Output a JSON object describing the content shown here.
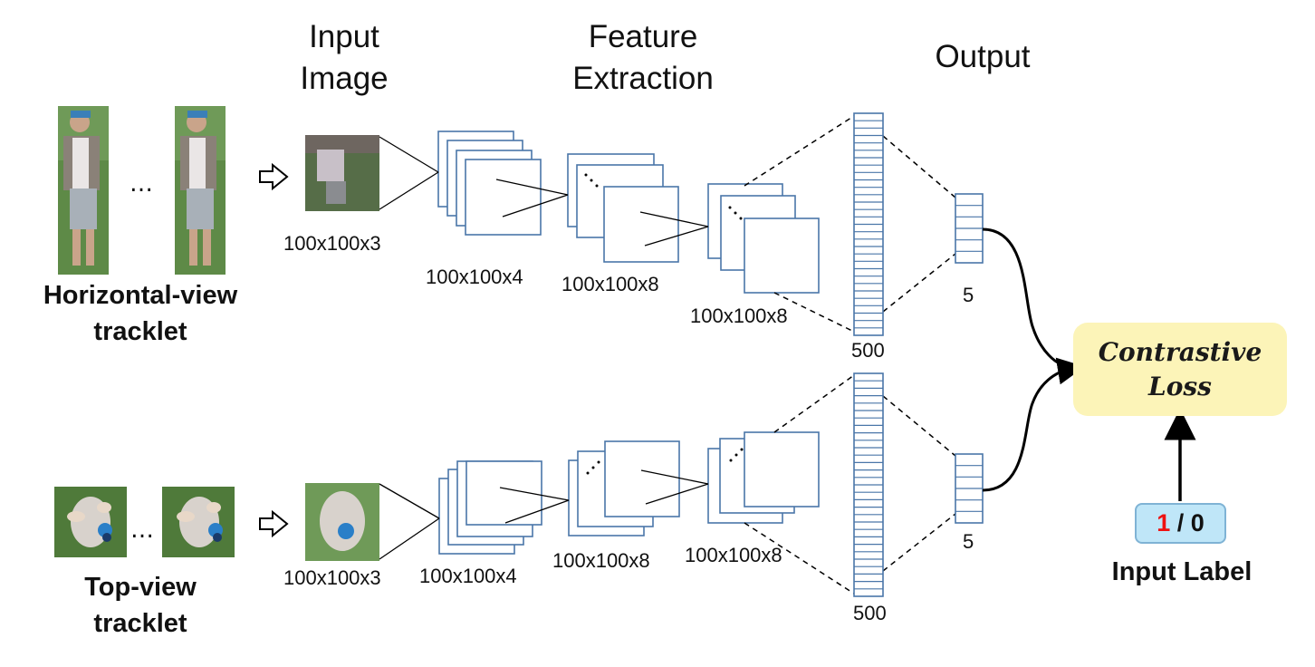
{
  "headers": {
    "input_image": "Input\nImage",
    "feature_extraction": "Feature\nExtraction",
    "output": "Output"
  },
  "branches": {
    "horizontal": {
      "label": "Horizontal-view\ntracklet",
      "ellipsis": "…",
      "input_dim": "100x100x3",
      "layer1_dim": "100x100x4",
      "layer2_dim": "100x100x8",
      "layer3_dim": "100x100x8",
      "fc_dim": "500",
      "out_dim": "5"
    },
    "top": {
      "label": "Top-view\ntracklet",
      "ellipsis": "…",
      "input_dim": "100x100x3",
      "layer1_dim": "100x100x4",
      "layer2_dim": "100x100x8",
      "layer3_dim": "100x100x8",
      "fc_dim": "500",
      "out_dim": "5"
    }
  },
  "loss": {
    "line1": "Contrastive",
    "line2": "Loss"
  },
  "input_label": {
    "title": "Input Label",
    "value_positive": "1",
    "separator": " / ",
    "value_negative": "0"
  },
  "colors": {
    "layer_stroke": "#4a76a8",
    "loss_fill": "#fcf4b8",
    "label_fill": "#bfe6f8",
    "positive_value": "#e11111",
    "grass": "#4f7a3a"
  }
}
